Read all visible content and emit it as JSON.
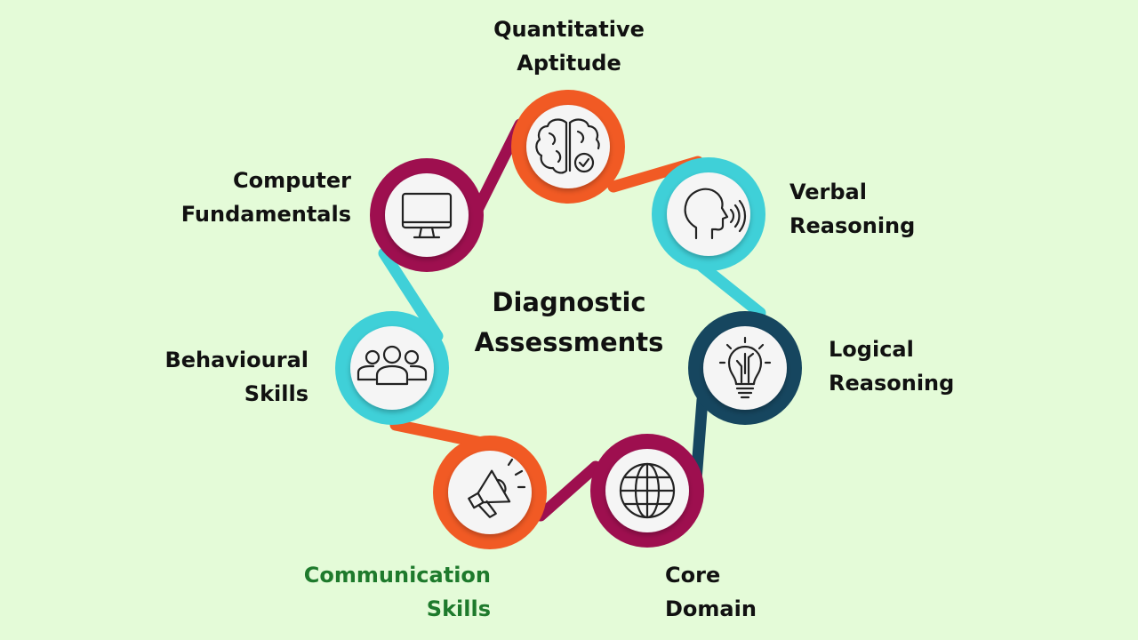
{
  "title": [
    "Diagnostic",
    "Assessments"
  ],
  "colors": {
    "background": "#e4fbd8",
    "orange": "#f15a24",
    "crimson": "#9e0f4f",
    "cyan": "#3fd0d8",
    "navy": "#16465f",
    "highlight_text": "#1e7a2c",
    "text": "#111111"
  },
  "nodes": [
    {
      "id": "quantitative-aptitude",
      "label_lines": [
        "Quantitative",
        "Aptitude"
      ],
      "icon": "brain-icon",
      "color": "orange",
      "highlighted": false
    },
    {
      "id": "verbal-reasoning",
      "label_lines": [
        "Verbal",
        "Reasoning"
      ],
      "icon": "speaking-head-icon",
      "color": "cyan",
      "highlighted": false
    },
    {
      "id": "logical-reasoning",
      "label_lines": [
        "Logical",
        "Reasoning"
      ],
      "icon": "lightbulb-icon",
      "color": "navy",
      "highlighted": false
    },
    {
      "id": "core-domain",
      "label_lines": [
        "Core",
        "Domain"
      ],
      "icon": "globe-icon",
      "color": "crimson",
      "highlighted": false
    },
    {
      "id": "communication-skills",
      "label_lines": [
        "Communication",
        "Skills"
      ],
      "icon": "megaphone-icon",
      "color": "orange",
      "highlighted": true
    },
    {
      "id": "behavioural-skills",
      "label_lines": [
        "Behavioural",
        "Skills"
      ],
      "icon": "people-group-icon",
      "color": "cyan",
      "highlighted": false
    },
    {
      "id": "computer-fundamentals",
      "label_lines": [
        "Computer",
        "Fundamentals"
      ],
      "icon": "monitor-icon",
      "color": "crimson",
      "highlighted": false
    }
  ]
}
